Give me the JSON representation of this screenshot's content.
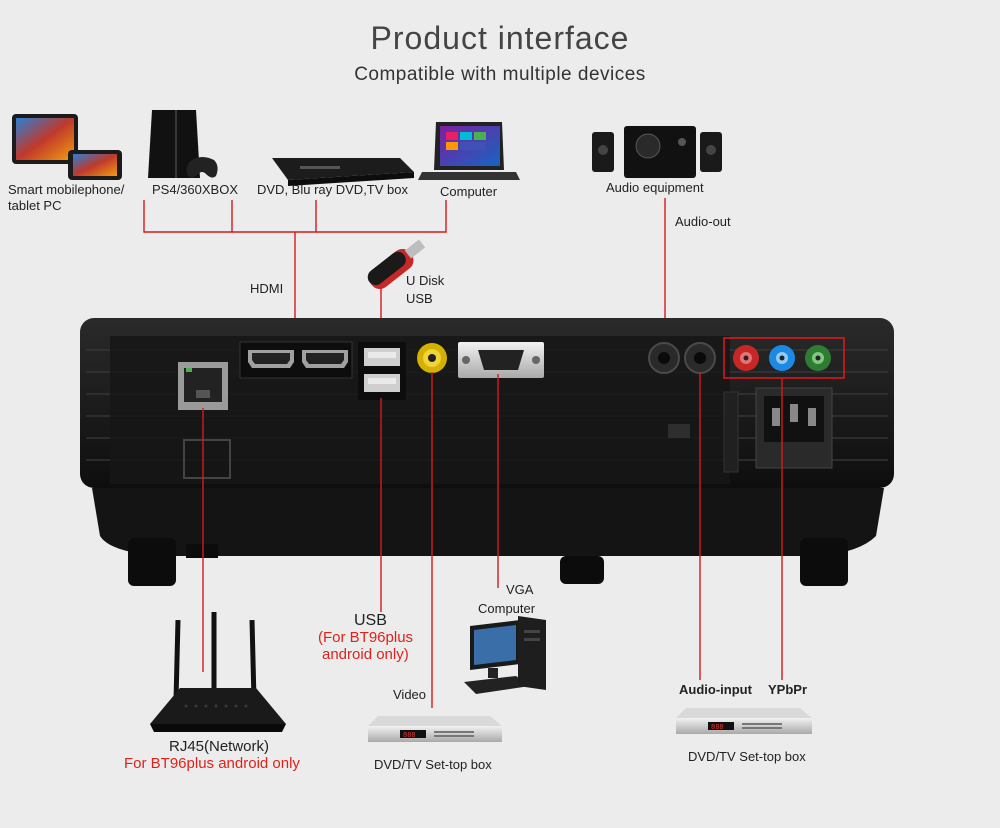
{
  "header": {
    "title": "Product interface",
    "subtitle": "Compatible with multiple devices"
  },
  "colors": {
    "wire": "#d8191b",
    "background": "#ececec",
    "projector": "#1a1a1a"
  },
  "devices_top": {
    "mobile": "Smart mobilephone/",
    "mobile_line2": "tablet PC",
    "ps4": "PS4/360XBOX",
    "dvd": "DVD, Blu ray DVD,TV box",
    "computer": "Computer",
    "audio": "Audio equipment"
  },
  "ports_top": {
    "hdmi": "HDMI",
    "udisk": "U Disk",
    "usb": "USB",
    "audio_out": "Audio-out"
  },
  "ports_bottom": {
    "usb": "USB",
    "usb_note_1": "(For BT96plus",
    "usb_note_2": "android only)",
    "vga": "VGA",
    "vga_device": "Computer",
    "video": "Video",
    "video_device": "DVD/TV Set-top box",
    "rj45": "RJ45(Network)",
    "rj45_note": "For BT96plus android only",
    "audio_input": "Audio-input",
    "ypbpr": "YPbPr",
    "ypbpr_device": "DVD/TV Set-top box"
  },
  "settopbox_display": "888"
}
